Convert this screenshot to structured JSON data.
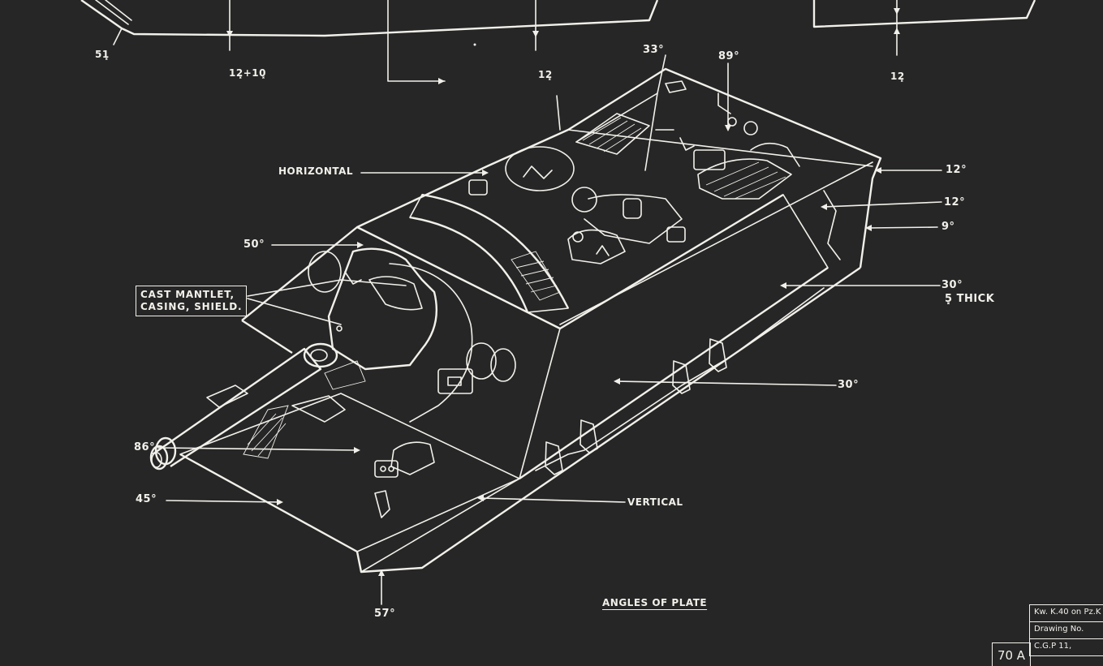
{
  "drawing": {
    "title": "ANGLES OF PLATE",
    "top_dims": {
      "d1": "51͓",
      "d2": "12͓+10͓",
      "d3": "12͓",
      "d4": "12͓"
    },
    "labels": {
      "angle_33": "33°",
      "angle_89": "89°",
      "horizontal": "HORIZONTAL",
      "angle_12_a": "12°",
      "angle_12_b": "12°",
      "angle_9": "9°",
      "angle_50": "50°",
      "angle_30_thick": "30°",
      "thick_note": "5͓ THICK",
      "angle_30_side": "30°",
      "angle_86": "86°",
      "angle_45": "45°",
      "vertical": "VERTICAL",
      "angle_57": "57°"
    },
    "mantlet_box": [
      "CAST MANTLET,",
      "CASING, SHIELD."
    ],
    "title_block": {
      "row1": "Kw. K.40  on  Pz.K",
      "row2": "Drawing No.",
      "row3": "C.G.P   11,",
      "sheet": "70 A"
    }
  }
}
